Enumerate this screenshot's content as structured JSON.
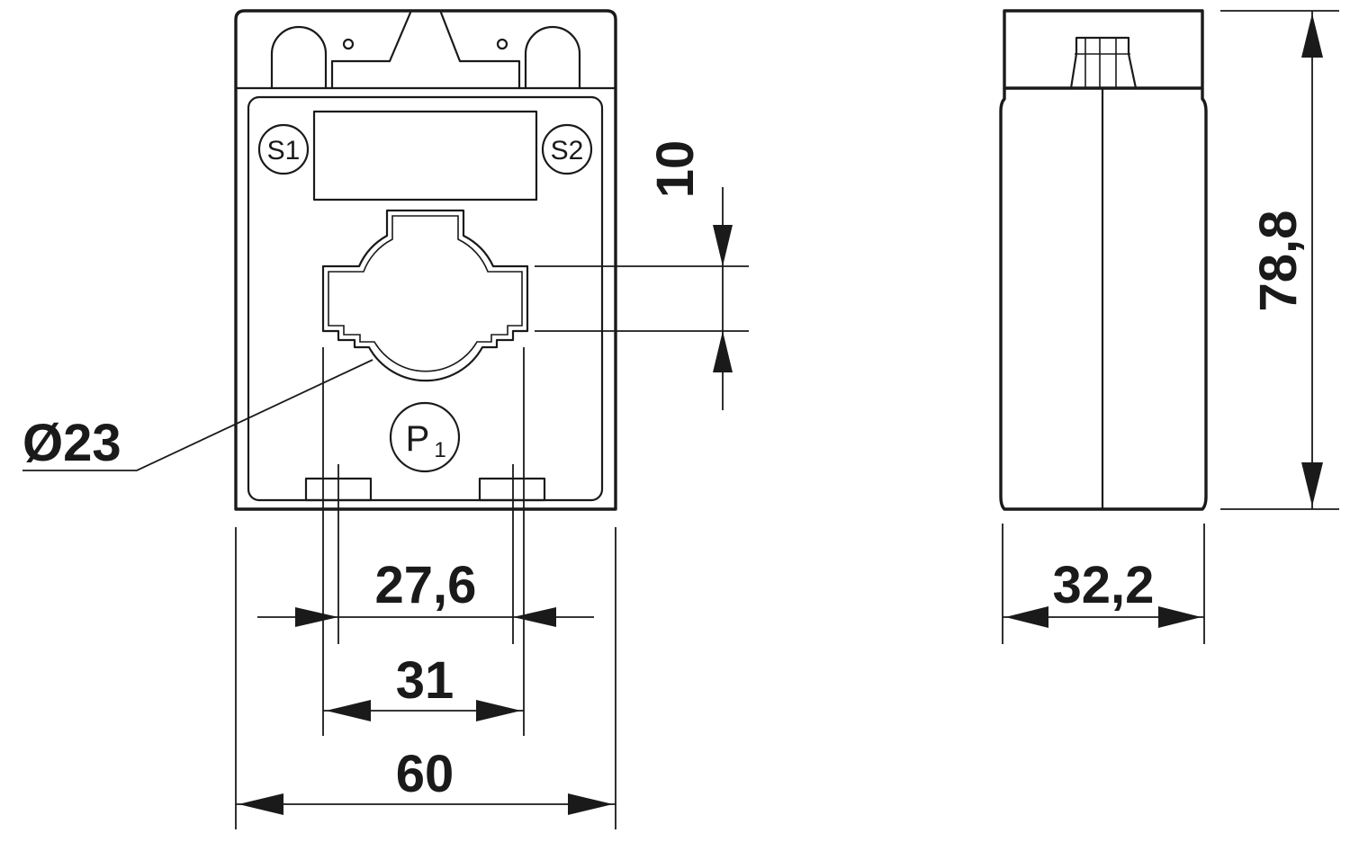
{
  "dimensions": {
    "diameter": "Ø23",
    "inner_width": "27,6",
    "window_width": "31",
    "total_width": "60",
    "side_depth": "32,2",
    "total_height": "78,8",
    "window_height": "10"
  },
  "terminals": {
    "s1": "S1",
    "s2": "S2",
    "p_main": "P",
    "p_sub": "1"
  }
}
